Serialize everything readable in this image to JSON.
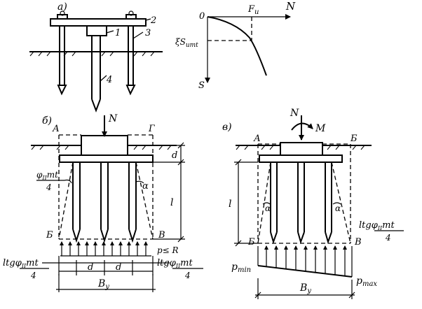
{
  "panel_a": {
    "label": "а)",
    "callouts": [
      "2",
      "1",
      "3",
      "4"
    ],
    "graph": {
      "origin": "0",
      "load_axis": "N",
      "load_mark": "F",
      "load_mark_sub": "u",
      "settlement_axis": "S",
      "settlement_mark": "ξS",
      "settlement_mark_sub": "umt"
    }
  },
  "panel_b": {
    "label": "б)",
    "load": "N",
    "corners": {
      "top_left": "А",
      "top_right": "Г",
      "bottom_left": "Б",
      "bottom_right": "В"
    },
    "depth_top": "d",
    "length": "l",
    "angle": "α",
    "angle_label_main": "φ",
    "angle_label_sub": "II",
    "angle_label_tail": "mt",
    "angle_label_den": "4",
    "pressure": "p≤ R",
    "tg_prefix": "ltg",
    "pile_spacing": "d",
    "width_main": "B",
    "width_sub": "y"
  },
  "panel_c": {
    "label": "в)",
    "load": "N",
    "moment": "M",
    "corners": {
      "top_left": "А",
      "top_right": "Б",
      "bottom_left": "Б",
      "bottom_right": "В"
    },
    "length": "l",
    "angle": "α",
    "tg_prefix": "ltg",
    "angle_label_main": "φ",
    "angle_label_sub": "II",
    "angle_label_tail": "mt",
    "angle_label_den": "4",
    "p_min": "min",
    "p_max": "max",
    "p_letter": "p",
    "width_main": "B",
    "width_sub": "y"
  }
}
